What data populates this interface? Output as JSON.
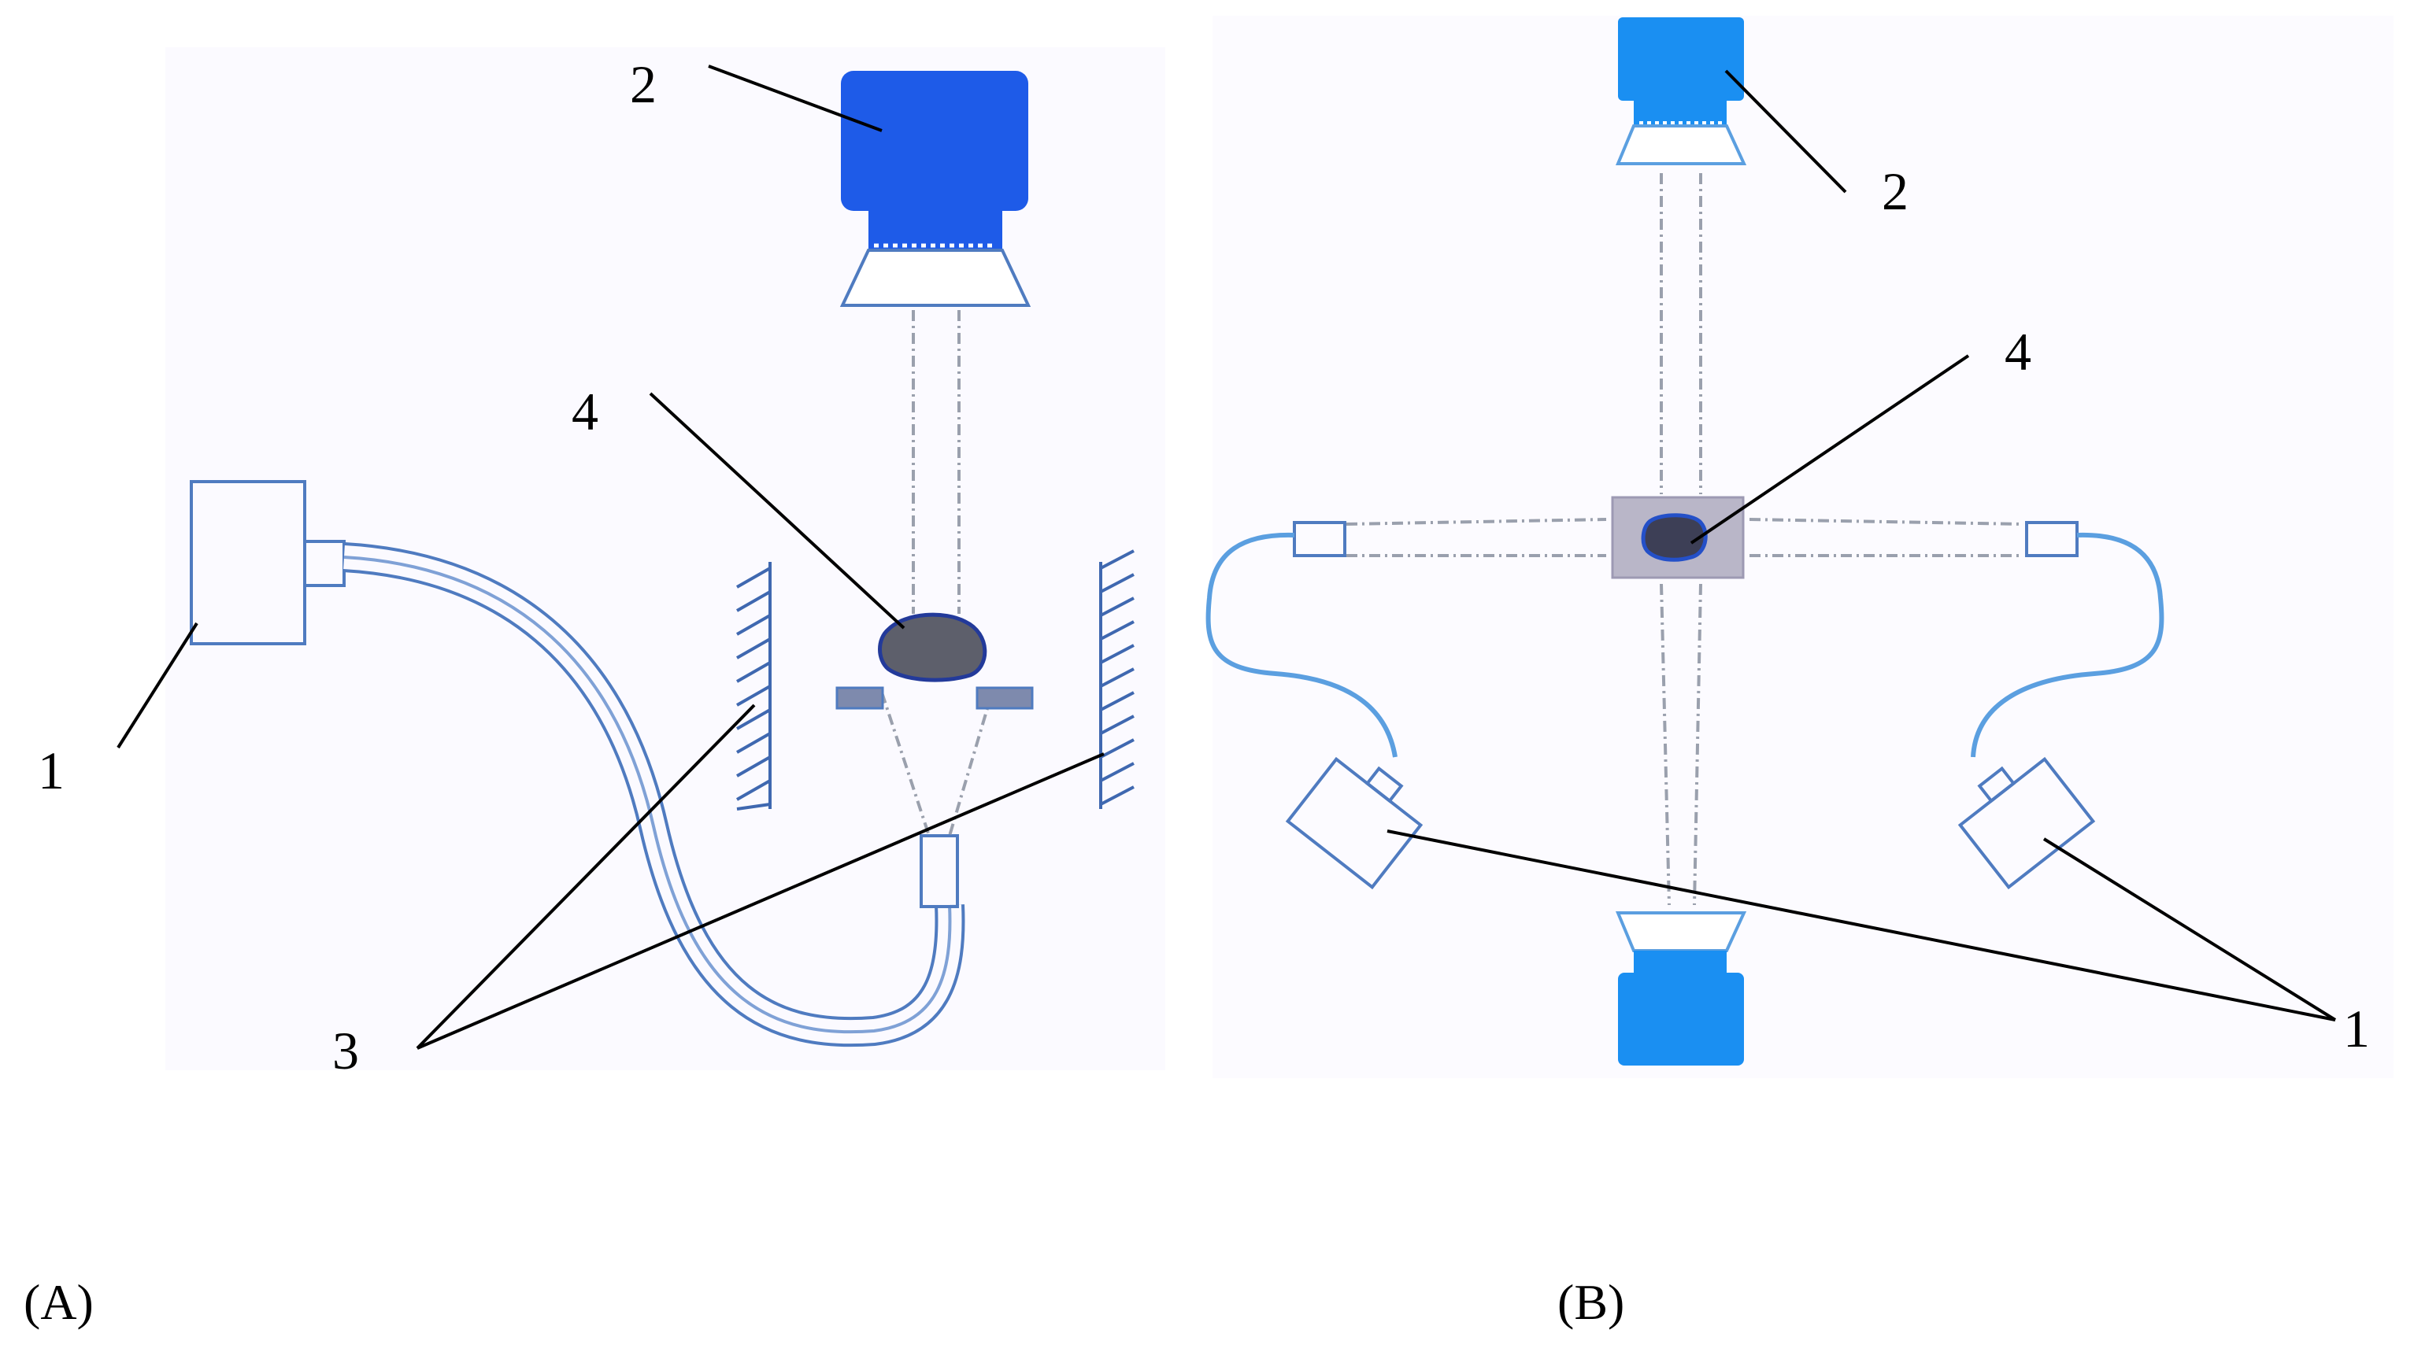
{
  "colors": {
    "camera_a": "#1e5be8",
    "camera_b": "#1a8ff2",
    "outline": "#4f7bc0",
    "fiber_b": "#5b9fe0",
    "sample": "#5d5f6b",
    "sample_edge": "#233a9a",
    "holder": "#7e8aad",
    "stage_bg": "#b9b6c8",
    "mirror": "#3f68b0",
    "beam": "#9aa0ad",
    "leader": "#000000"
  },
  "panel_a": {
    "caption": "(A)",
    "label_light_source": "1",
    "label_camera": "2",
    "label_mirrors": "3",
    "label_sample": "4"
  },
  "panel_b": {
    "caption": "(B)",
    "label_light_sources": "1",
    "label_camera": "2",
    "label_sample": "4"
  }
}
